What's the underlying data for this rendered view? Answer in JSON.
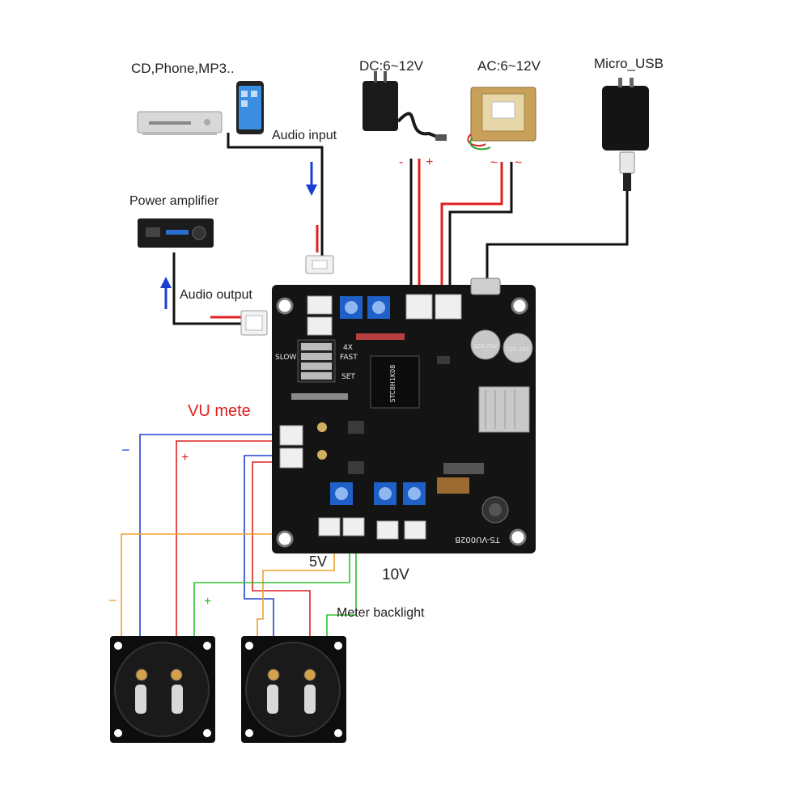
{
  "labels": {
    "sources": "CD,Phone,MP3..",
    "audio_input": "Audio input",
    "power_amp": "Power amplifier",
    "audio_output": "Audio output",
    "dc": "DC:6~12V",
    "ac": "AC:6~12V",
    "usb": "Micro_USB",
    "vu": "VU mete",
    "v5": "5V",
    "v10": "10V",
    "backlight": "Meter backlight",
    "minus": "-",
    "plus": "+",
    "ac_tilde_1": "~",
    "ac_tilde_2": "~",
    "vu_minus": "−",
    "vu_plus": "+",
    "bl_minus": "−",
    "bl_plus": "+"
  },
  "board": {
    "model": "TS-VU002B",
    "chip": "STC8H1K08",
    "mode_4x": "4X",
    "mode_slow": "SLOW",
    "mode_fast": "FAST",
    "mode_set": "SET",
    "cap_label": "220 25V"
  },
  "colors": {
    "wire_red": "#e02020",
    "wire_black": "#111111",
    "wire_blue": "#2040d0",
    "wire_orange": "#f0a030",
    "wire_green": "#30c030",
    "pcb": "#141414",
    "arrow_blue": "#1a3fd0"
  }
}
